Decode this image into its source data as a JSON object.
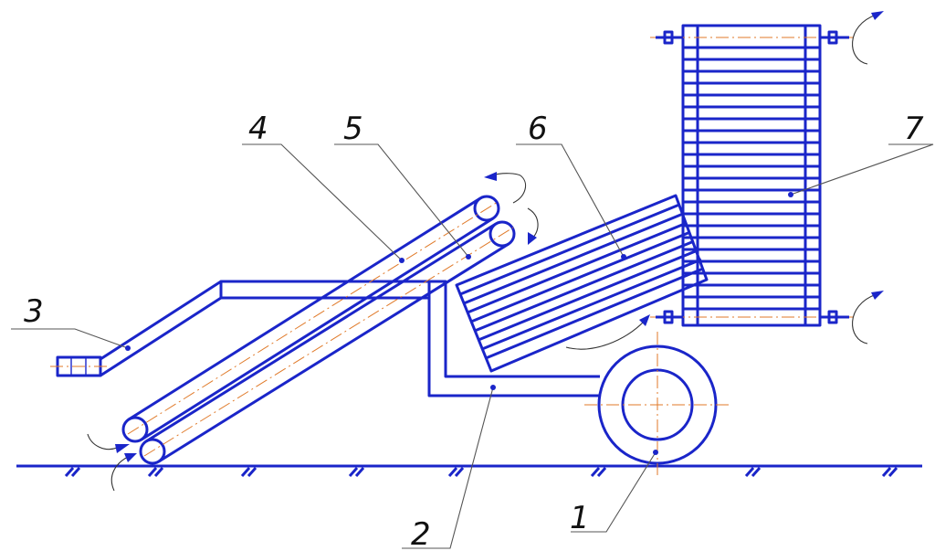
{
  "diagram": {
    "labels": {
      "wheel": "1",
      "frame": "2",
      "drawbar": "3",
      "conveyor_lower": "4",
      "conveyor_upper": "5",
      "chamber": "6",
      "drum": "7"
    },
    "colors": {
      "outline": "#1a25c9",
      "centerline": "#e07a2a",
      "leader": "#555555"
    }
  }
}
